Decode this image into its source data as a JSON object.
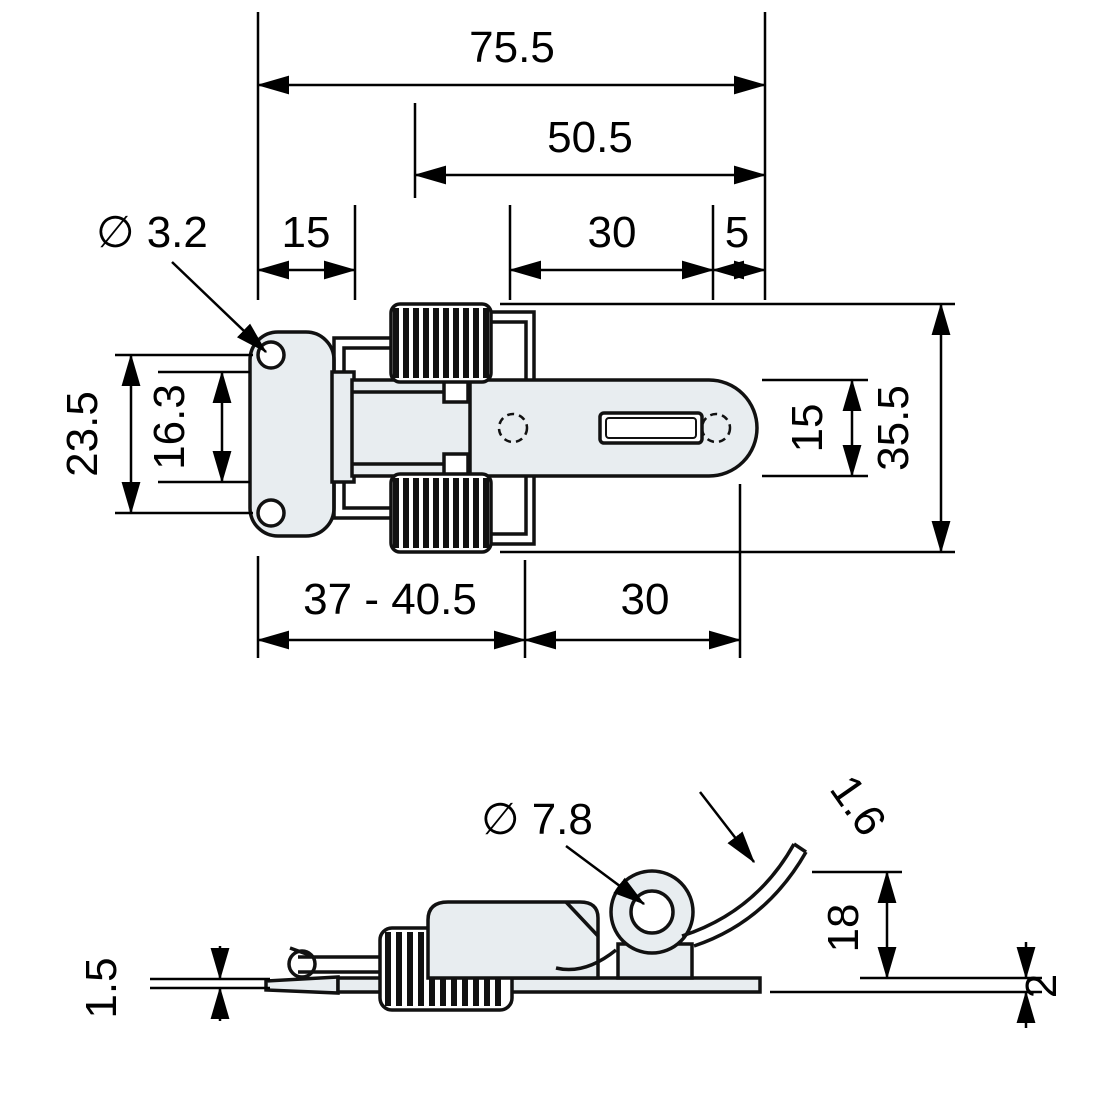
{
  "drawing": {
    "type": "technical-drawing",
    "subject": "spring toggle latch with catch plate",
    "line_color": "#111111",
    "fill_color": "#e8edf0"
  },
  "top_view": {
    "d75_5": "75.5",
    "d50_5": "50.5",
    "d15_top": "15",
    "d30_top": "30",
    "d5": "5",
    "hole_dia": "∅ 3.2",
    "d23_5": "23.5",
    "d16_3": "16.3",
    "d15_right": "15",
    "d35_5": "35.5",
    "d37_40_5": "37 - 40.5",
    "d30_bottom": "30"
  },
  "side_view": {
    "eye_dia": "∅ 7.8",
    "wire_dia": "1.6",
    "d18": "18",
    "d2": "2",
    "d1_5": "1.5"
  }
}
